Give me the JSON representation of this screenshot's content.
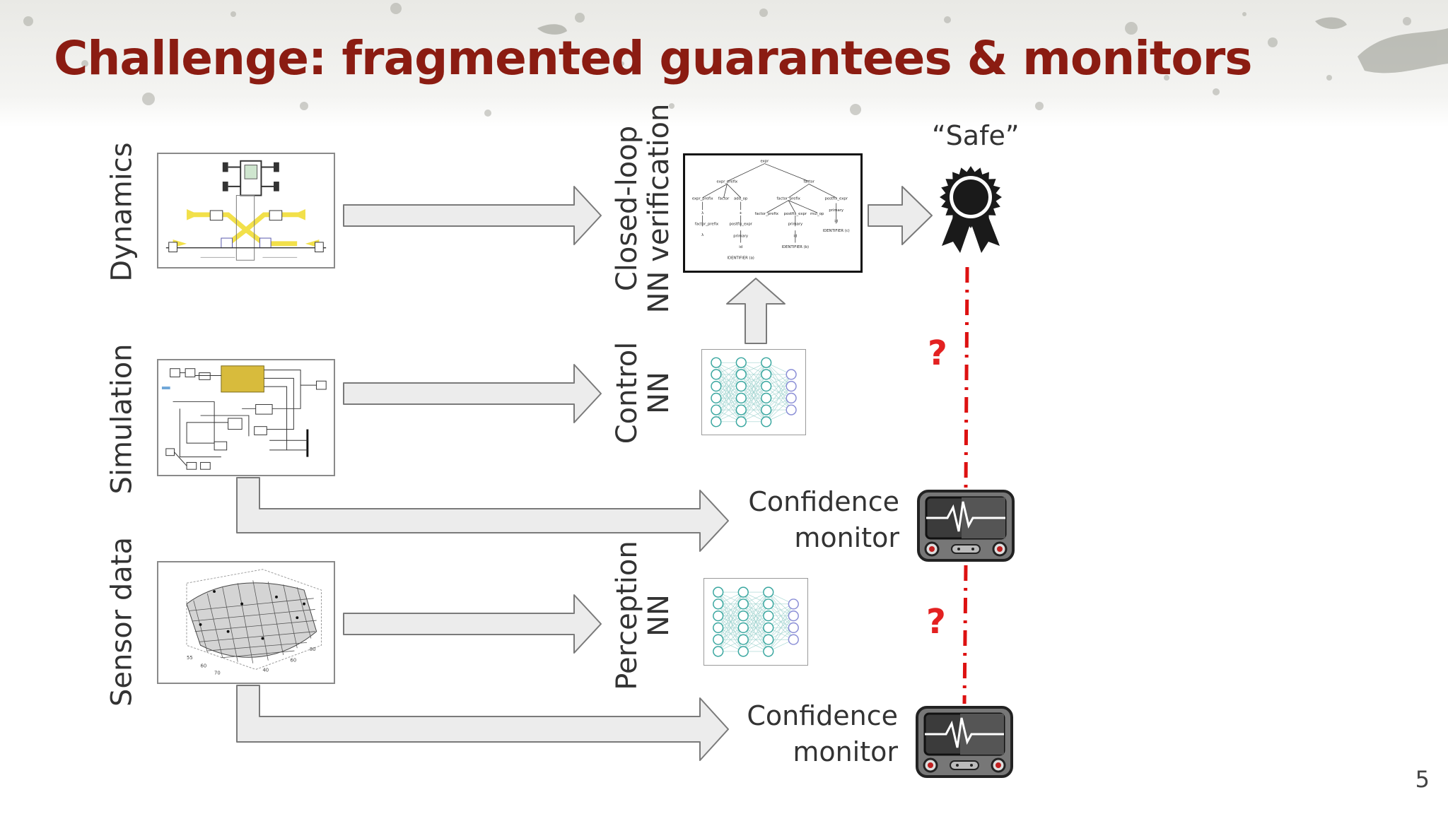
{
  "slide": {
    "title": "Challenge: fragmented guarantees & monitors",
    "page_number": "5"
  },
  "sources": {
    "dynamics": "Dynamics",
    "simulation": "Simulation",
    "sensor_data": "Sensor data"
  },
  "targets": {
    "verification": [
      "Closed-loop",
      "NN verification"
    ],
    "control_nn": [
      "Control",
      "NN"
    ],
    "perception_nn": [
      "Perception",
      "NN"
    ],
    "confidence_monitor_1": [
      "Confidence",
      "monitor"
    ],
    "confidence_monitor_2": [
      "Confidence",
      "monitor"
    ]
  },
  "outcome": {
    "safe_label": "“Safe”"
  },
  "uncertainty": {
    "question_mark_1": "?",
    "question_mark_2": "?"
  },
  "colors": {
    "title": "#8b1c12",
    "arrow_fill": "#ececec",
    "arrow_stroke": "#7a7a7a",
    "dashed_link": "#dd1111",
    "question_mark": "#e32121",
    "nn_teal": "#3aa7a0",
    "nn_output": "#8a8ed6"
  },
  "icons": {
    "badge": "award-ribbon-icon",
    "monitor": "heartbeat-monitor-icon"
  }
}
